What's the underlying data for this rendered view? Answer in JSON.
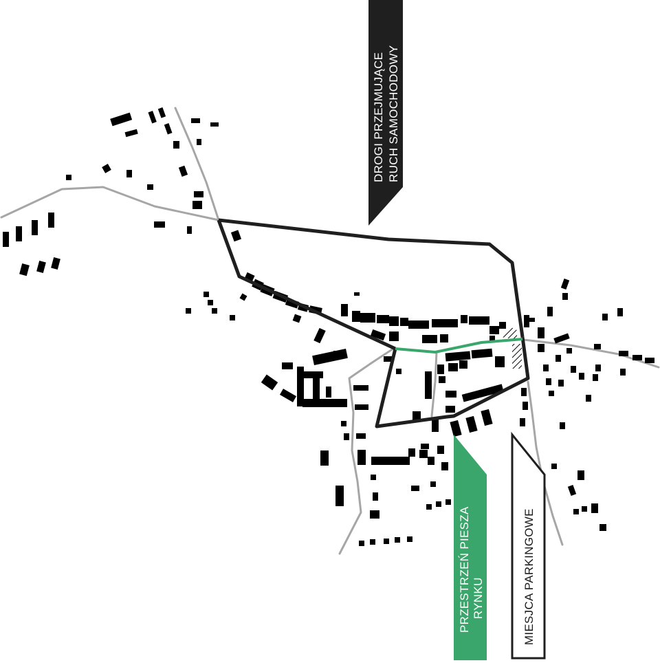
{
  "labels": {
    "car_roads": [
      "DROGI PRZEJMUJĄCE",
      "RUCH SAMOCHODOWY"
    ],
    "pedestrian": [
      "PRZESTRZEŃ PIESZA",
      "RYNKU"
    ],
    "parking": [
      "MIESJCA PARKINGOWE"
    ]
  },
  "colors": {
    "road_dark": "#1f1f1f",
    "road_gray": "#a6a6a6",
    "pedestrian_green": "#3aa66b",
    "buildings": "#000000",
    "parking_fill": "#ffffff"
  }
}
